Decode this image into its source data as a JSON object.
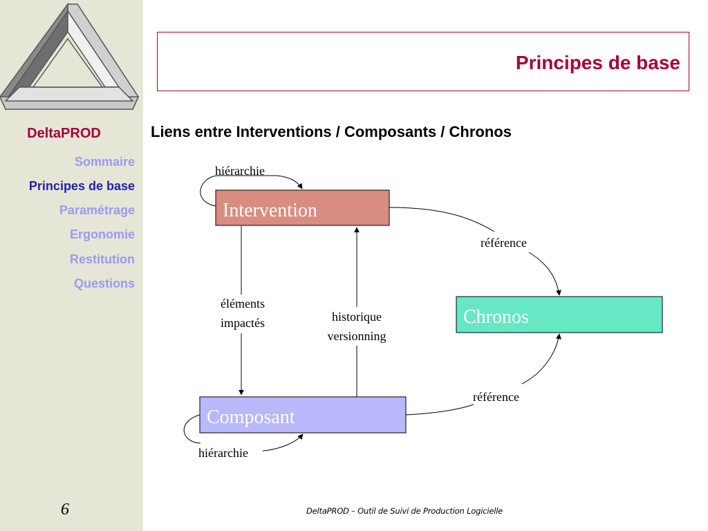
{
  "sidebar": {
    "brand": "DeltaPROD",
    "nav": [
      {
        "label": "Sommaire",
        "active": false
      },
      {
        "label": "Principes de base",
        "active": true
      },
      {
        "label": "Paramétrage",
        "active": false
      },
      {
        "label": "Ergonomie",
        "active": false
      },
      {
        "label": "Restitution",
        "active": false
      },
      {
        "label": "Questions",
        "active": false
      }
    ],
    "page_number": "6"
  },
  "header": {
    "title": "Principes de base"
  },
  "subtitle": "Liens entre Interventions / Composants / Chronos",
  "diagram": {
    "nodes": {
      "intervention": {
        "label": "Intervention",
        "color": "#d98c80"
      },
      "chronos": {
        "label": "Chronos",
        "color": "#66e8c4"
      },
      "composant": {
        "label": "Composant",
        "color": "#b8b8fa"
      }
    },
    "labels": {
      "hierarchy_top": "hiérarchie",
      "reference_top": "référence",
      "elements_line1": "éléments",
      "elements_line2": "impactés",
      "history_line1": "historique",
      "history_line2": "versionning",
      "reference_bottom": "référence",
      "hierarchy_bottom": "hiérarchie"
    }
  },
  "footer": "DeltaPROD – Outil de Suivi de Production Logicielle",
  "colors": {
    "accent": "#a5003a",
    "nav": "#9a9af0",
    "nav_active": "#2222aa",
    "sidebar_bg": "#e6e6d6"
  }
}
